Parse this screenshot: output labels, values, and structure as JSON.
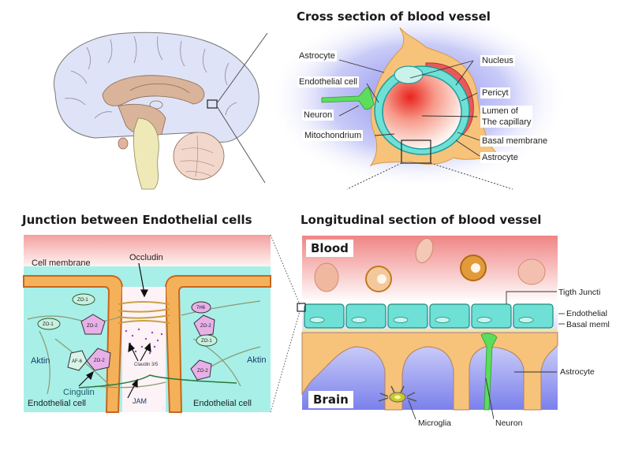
{
  "titles": {
    "cross_section": "Cross section of blood vessel",
    "junction": "Junction between Endothelial cells",
    "longitudinal": "Longitudinal section of blood vessel"
  },
  "cross_section_labels": {
    "astrocyte_top": "Astrocyte",
    "endothelial_cell": "Endothelial cell",
    "neuron": "Neuron",
    "mitochondrium": "Mitochondrium",
    "nucleus": "Nucleus",
    "pericyt": "Pericyt",
    "lumen_line1": "Lumen of",
    "lumen_line2": "The capillary",
    "basal_membrane": "Basal membrane",
    "astrocyte_bottom": "Astrocyte"
  },
  "junction_labels": {
    "cell_membrane": "Cell membrane",
    "occludin": "Occludin",
    "aktin_left": "Aktin",
    "aktin_right": "Aktin",
    "cingulin": "Cingulin",
    "endothelial_left": "Endothelial cell",
    "endothelial_right": "Endothelial cell",
    "jam": "JAM",
    "claudin": "Claudin 3/5",
    "zo1": "ZO-1",
    "zo2": "ZO-2",
    "af6": "AF-6",
    "7h6": "7H6"
  },
  "longitudinal_labels": {
    "blood": "Blood",
    "brain": "Brain",
    "tight_junction": "Tigth Juncti",
    "endothelial": "Endothelial",
    "basal_membrane": "Basal meml",
    "astrocyte": "Astrocyte",
    "microglia": "Microglia",
    "neuron": "Neuron"
  },
  "colors": {
    "brain_cortex": "#dfe3f7",
    "brain_core": "#d9b49a",
    "brainstem": "#efe9b8",
    "endothelium": "#6fe0d6",
    "astrocyte": "#f7c27a",
    "pericyte": "#e85a5a",
    "neuron": "#5ddc5d",
    "blood_red": "#f28b8b",
    "brain_blue": "#8b8ff0",
    "cytoplasm": "#a8efe8",
    "membrane": "#d9802a"
  }
}
